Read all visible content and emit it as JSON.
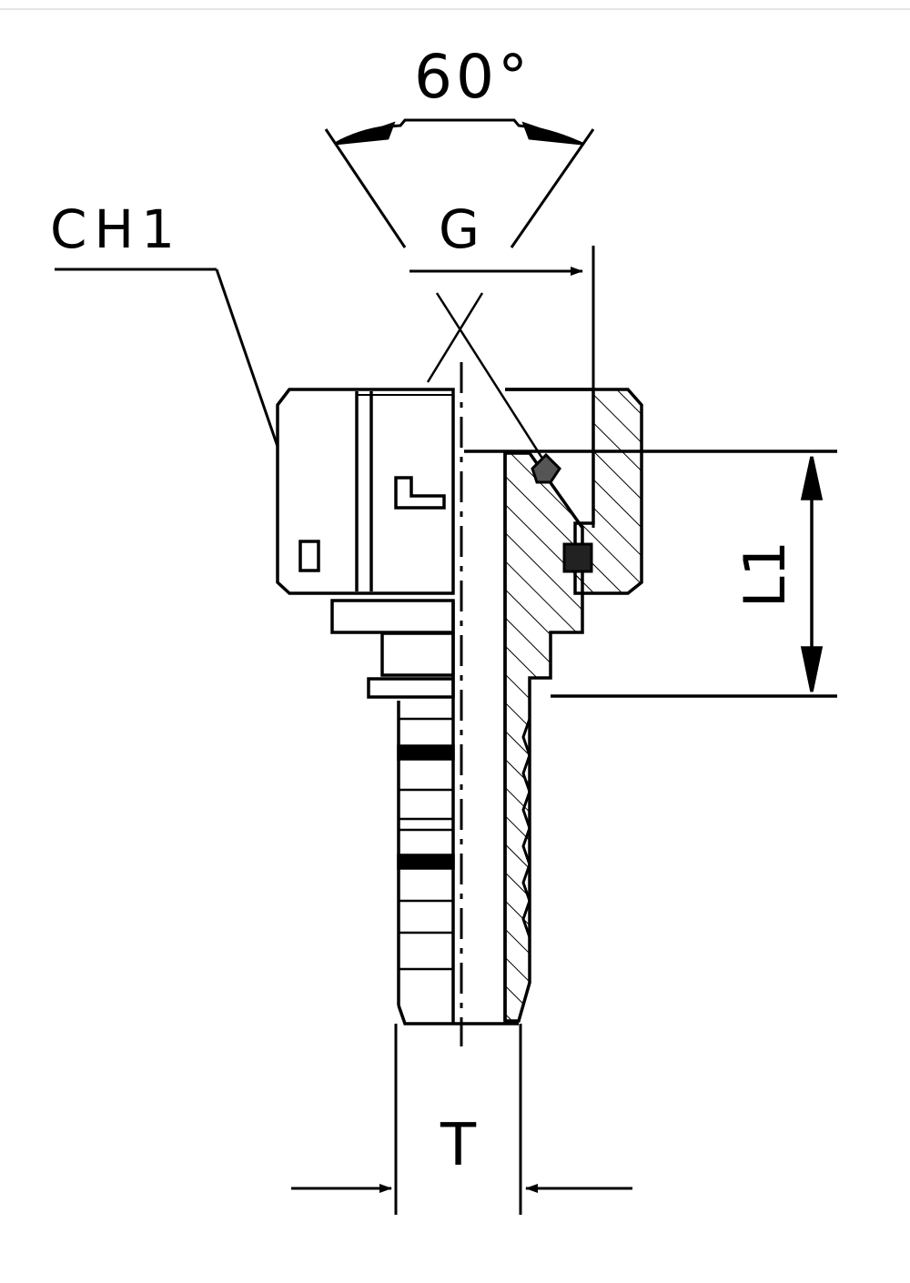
{
  "labels": {
    "angle": "60°",
    "thread": "G",
    "hex": "CH1",
    "length": "L1",
    "tail": "T"
  },
  "colors": {
    "ink": "#000000",
    "paper": "#ffffff"
  }
}
